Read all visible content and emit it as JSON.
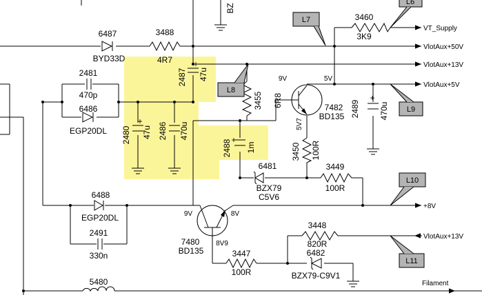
{
  "schematic": {
    "top_cut_label": "BZ",
    "d6487": {
      "ref": "6487",
      "part": "BYD33D"
    },
    "r3488": {
      "ref": "3488",
      "value": "4R7"
    },
    "c2487": {
      "ref": "2487",
      "value": "47u"
    },
    "c2481": {
      "ref": "2481",
      "value": "470p"
    },
    "d6486": {
      "ref": "6486",
      "part": "EGP20DL"
    },
    "c2480": {
      "ref": "2480",
      "value": "47u"
    },
    "c2486": {
      "ref": "2486",
      "value": "470u"
    },
    "r3455": {
      "ref": "3455",
      "value": "6R8"
    },
    "c2488": {
      "ref": "2488",
      "value": "1m"
    },
    "d6481": {
      "ref": "6481",
      "part": "BZX79",
      "part2": "C5V6"
    },
    "q7482": {
      "ref": "7482",
      "part": "BD135",
      "v_base": "9V",
      "v_emitter_top": "5V",
      "v_emitter": "5V7"
    },
    "r3450": {
      "ref": "3450",
      "value": "100R"
    },
    "c2489": {
      "ref": "2489",
      "value": "470u"
    },
    "r3449": {
      "ref": "3449",
      "value": "100R"
    },
    "r3460": {
      "ref": "3460",
      "value": "3K9"
    },
    "d6488": {
      "ref": "6488",
      "part": "EGP20DL"
    },
    "c2491": {
      "ref": "2491",
      "value": "330n"
    },
    "q7480": {
      "ref": "7480",
      "part": "BD135",
      "v_left": "9V",
      "v_right": "8V",
      "v_bottom": "8V9"
    },
    "r3447": {
      "ref": "3447",
      "value": "100R"
    },
    "r3448": {
      "ref": "3448",
      "value": "820R"
    },
    "d6482": {
      "ref": "6482",
      "part": "BZX79-C9V1"
    },
    "l5480": {
      "ref": "5480"
    }
  },
  "nets": {
    "vt_supply": "VT_Supply",
    "vlot50": "VlotAux+50V",
    "vlot13": "VlotAux+13V",
    "vlot5": "VlotAux+5V",
    "plus8": "+8V",
    "vlot13_in": "VlotAux+13V",
    "filament": "Filament"
  },
  "tags": {
    "l6": "L6",
    "l7": "L7",
    "l8": "L8",
    "l9": "L9",
    "l10": "L10",
    "l11": "L11"
  },
  "colors": {
    "highlight": "#fbf59a",
    "tag_fill": "#b4b4b4",
    "line": "#000000"
  }
}
